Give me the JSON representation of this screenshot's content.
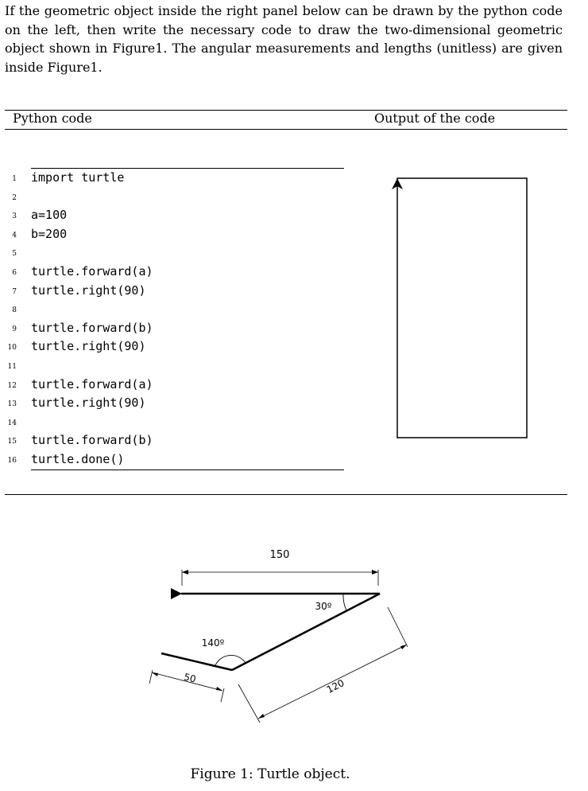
{
  "intro_text": "If the geometric object inside the right panel below can be drawn by the python code on the left, then write the necessary code to draw the two-dimensional geometric object shown in Figure1. The angular measurements and lengths (unitless) are given inside Figure1.",
  "table": {
    "header_code": "Python code",
    "header_output": "Output of the code"
  },
  "code_lines": [
    {
      "num": "1",
      "text": "import turtle"
    },
    {
      "num": "2",
      "text": ""
    },
    {
      "num": "3",
      "text": "a=100"
    },
    {
      "num": "4",
      "text": "b=200"
    },
    {
      "num": "5",
      "text": ""
    },
    {
      "num": "6",
      "text": "turtle.forward(a)"
    },
    {
      "num": "7",
      "text": "turtle.right(90)"
    },
    {
      "num": "8",
      "text": ""
    },
    {
      "num": "9",
      "text": "turtle.forward(b)"
    },
    {
      "num": "10",
      "text": "turtle.right(90)"
    },
    {
      "num": "11",
      "text": ""
    },
    {
      "num": "12",
      "text": "turtle.forward(a)"
    },
    {
      "num": "13",
      "text": "turtle.right(90)"
    },
    {
      "num": "14",
      "text": ""
    },
    {
      "num": "15",
      "text": "turtle.forward(b)"
    },
    {
      "num": "16",
      "text": "turtle.done()"
    }
  ],
  "figure": {
    "top_length": "150",
    "angle_top": "30º",
    "angle_bottom": "140º",
    "short_length": "50",
    "long_length": "120",
    "caption": "Figure 1: Turtle object."
  }
}
